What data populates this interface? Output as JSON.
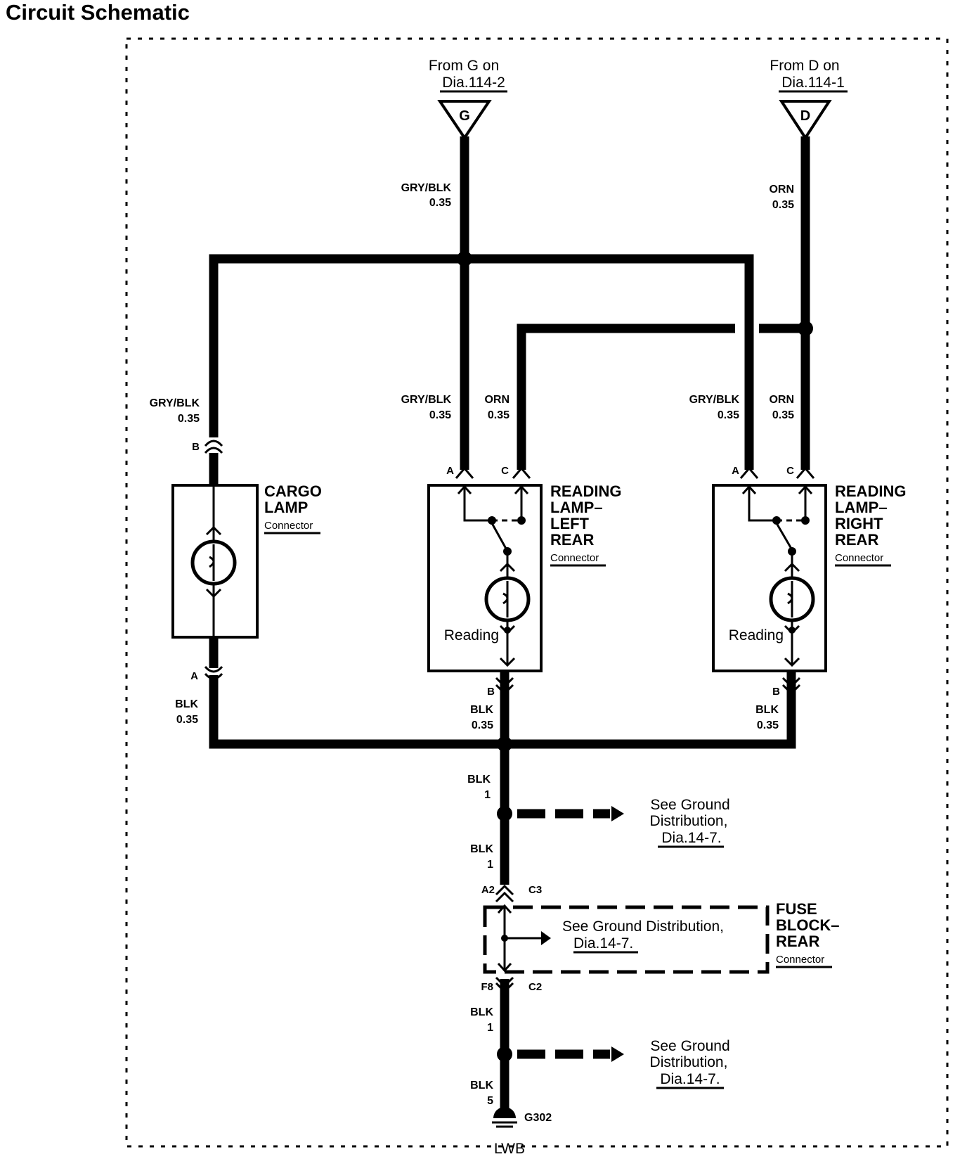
{
  "title": "Circuit Schematic",
  "sources": {
    "g": {
      "from": "From G on",
      "dia": "Dia.114-2",
      "letter": "G"
    },
    "d": {
      "from": "From D on",
      "dia": "Dia.114-1",
      "letter": "D"
    }
  },
  "wires": {
    "gry_blk": "GRY/BLK",
    "orn": "ORN",
    "blk": "BLK",
    "g035": "0.35",
    "one": "1",
    "five": "5"
  },
  "components": {
    "cargo": {
      "line1": "CARGO",
      "line2": "LAMP",
      "conn": "Connector"
    },
    "left": {
      "line1": "READING",
      "line2": "LAMP–",
      "line3": "LEFT",
      "line4": "REAR",
      "conn": "Connector",
      "reading": "Reading"
    },
    "right": {
      "line1": "READING",
      "line2": "LAMP–",
      "line3": "RIGHT",
      "line4": "REAR",
      "conn": "Connector",
      "reading": "Reading"
    },
    "fuse": {
      "line1": "FUSE",
      "line2": "BLOCK–",
      "line3": "REAR",
      "conn": "Connector"
    }
  },
  "pins": {
    "a": "A",
    "b": "B",
    "c": "C",
    "a2": "A2",
    "c3": "C3",
    "f8": "F8",
    "c2": "C2"
  },
  "refs": {
    "see_ground": "See Ground",
    "distribution": "Distribution,",
    "dia": "Dia.14-7.",
    "see_ground_full": "See Ground Distribution,"
  },
  "ground": {
    "id": "G302",
    "variant": "LWB"
  }
}
